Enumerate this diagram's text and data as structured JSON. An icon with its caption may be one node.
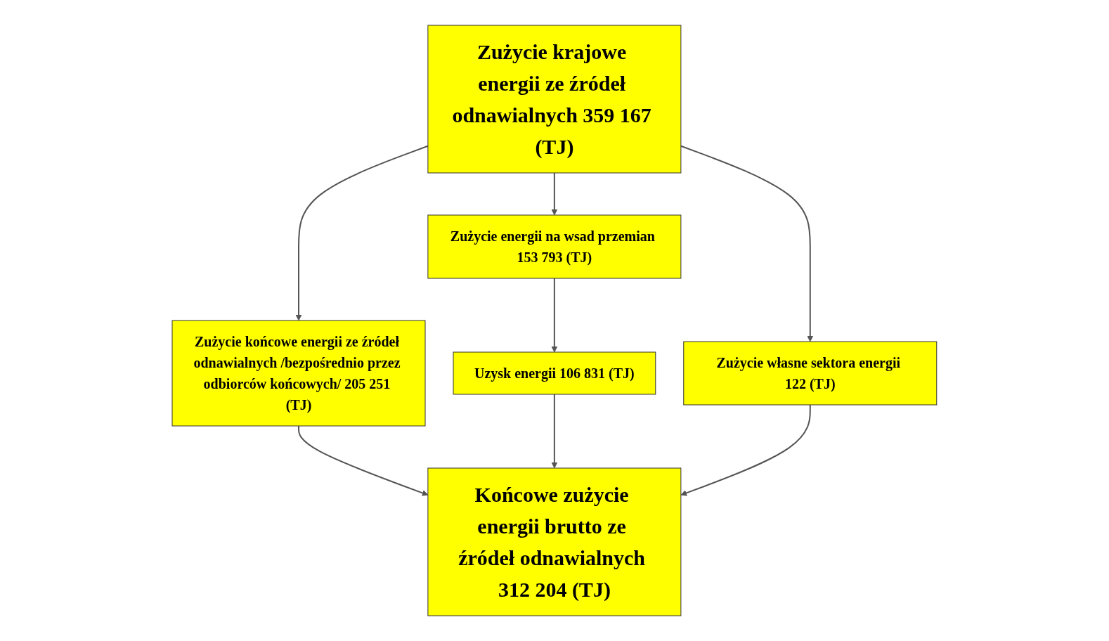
{
  "diagram": {
    "nodes": [
      {
        "text": [
          "Zużycie krajowe energii ze źródeł odnawialnych 359 167 (TJ)"
        ]
      },
      {
        "text": [
          "Zużycie końcowe energii ze źródeł odnawialnych /bezpośrednio przez odbiorców końcowych/ 205 251 (TJ)"
        ]
      },
      {
        "text": [
          "Zużycie energii na wsad przemian 153 793 (TJ)"
        ]
      },
      {
        "text": [
          "Uzysk energii 106 831 (TJ)"
        ]
      },
      {
        "text": [
          "Zużycie własne sektora energii 122 (TJ)"
        ]
      },
      {
        "text": [
          "Końcowe zużycie energii brutto ze źródeł odnawialnych 312 204 (TJ)"
        ]
      }
    ],
    "edges": [
      {
        "from": 0,
        "to": 1,
        "arrow": "to"
      },
      {
        "from": 0,
        "to": 2,
        "arrow": "to"
      },
      {
        "from": 0,
        "to": 4,
        "arrow": "to"
      },
      {
        "from": 2,
        "to": 3,
        "arrow": "to"
      },
      {
        "from": 1,
        "to": 5,
        "arrow": "to"
      },
      {
        "from": 3,
        "to": 5,
        "arrow": "to"
      },
      {
        "from": 4,
        "to": 5,
        "arrow": "to"
      }
    ]
  }
}
